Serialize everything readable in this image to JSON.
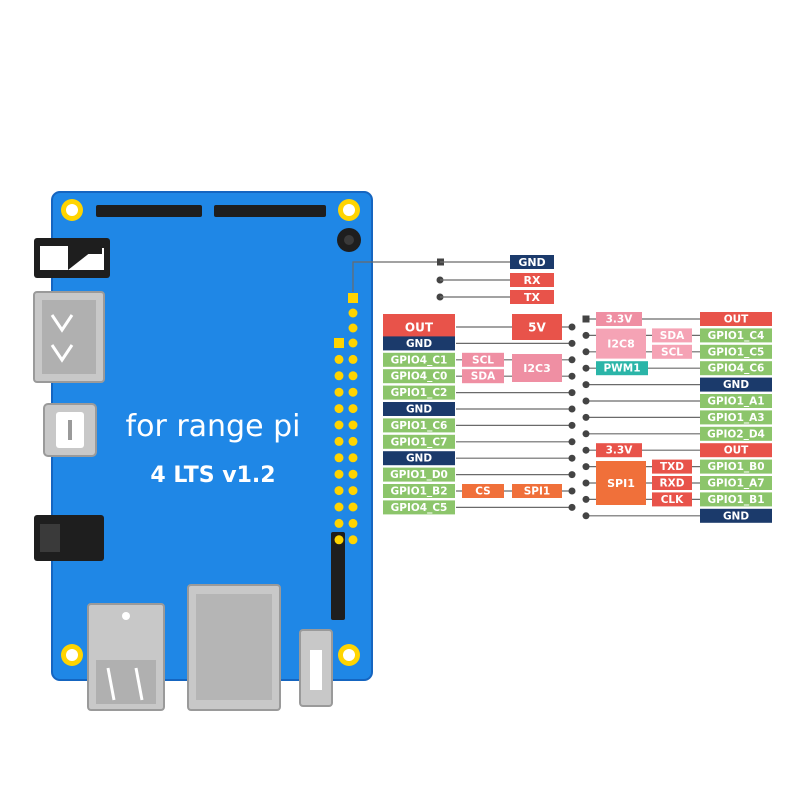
{
  "colors": {
    "board": "#1f87e6",
    "board_edge": "#1565c0",
    "gold": "#ffd400",
    "hole": "#ffffff",
    "port": "#c8c8c8",
    "port_edge": "#9a9a9a",
    "dark": "#1e1e1e",
    "navy": "#1b3a6b",
    "red": "#e8534a",
    "pink": "#ef8fa3",
    "light_pink": "#f5a3b5",
    "green": "#8cc56b",
    "teal": "#2bb5a8",
    "orange": "#f0703a",
    "line": "#6a6a6a"
  },
  "board": {
    "title_line1": "for range pi",
    "title_line2": "4 LTS v1.2"
  },
  "debug_header": [
    {
      "text": "GND",
      "color": "navy"
    },
    {
      "text": "RX",
      "color": "red"
    },
    {
      "text": "TX",
      "color": "red"
    }
  ],
  "left_rows": [
    {
      "pin": "OUT",
      "pin_color": "red",
      "func": "",
      "func_color": "",
      "mid": "5V",
      "mid_color": "red"
    },
    {
      "pin": "GND",
      "pin_color": "navy",
      "func": "",
      "func_color": "",
      "mid": "",
      "mid_color": ""
    },
    {
      "pin": "GPIO4_C1",
      "pin_color": "green",
      "func": "SCL",
      "func_color": "pink",
      "mid": "I2C3",
      "mid_color": "pink"
    },
    {
      "pin": "GPIO4_C0",
      "pin_color": "green",
      "func": "SDA",
      "func_color": "pink",
      "mid": "",
      "mid_color": ""
    },
    {
      "pin": "GPIO1_C2",
      "pin_color": "green",
      "func": "",
      "func_color": "",
      "mid": "",
      "mid_color": ""
    },
    {
      "pin": "GND",
      "pin_color": "navy",
      "func": "",
      "func_color": "",
      "mid": "",
      "mid_color": ""
    },
    {
      "pin": "GPIO1_C6",
      "pin_color": "green",
      "func": "",
      "func_color": "",
      "mid": "",
      "mid_color": ""
    },
    {
      "pin": "GPIO1_C7",
      "pin_color": "green",
      "func": "",
      "func_color": "",
      "mid": "",
      "mid_color": ""
    },
    {
      "pin": "GND",
      "pin_color": "navy",
      "func": "",
      "func_color": "",
      "mid": "",
      "mid_color": ""
    },
    {
      "pin": "GPIO1_D0",
      "pin_color": "green",
      "func": "",
      "func_color": "",
      "mid": "",
      "mid_color": ""
    },
    {
      "pin": "GPIO1_B2",
      "pin_color": "green",
      "func": "CS",
      "func_color": "orange",
      "mid": "SPI1",
      "mid_color": "orange"
    },
    {
      "pin": "GPIO4_C5",
      "pin_color": "green",
      "func": "",
      "func_color": "",
      "mid": "",
      "mid_color": ""
    }
  ],
  "right_rows": [
    {
      "pin": "OUT",
      "pin_color": "red",
      "func": "",
      "func_color": "",
      "group": "3.3V",
      "group_color": "pink"
    },
    {
      "pin": "GPIO1_C4",
      "pin_color": "green",
      "func": "SDA",
      "func_color": "light_pink",
      "group": "",
      "group_color": ""
    },
    {
      "pin": "GPIO1_C5",
      "pin_color": "green",
      "func": "SCL",
      "func_color": "light_pink",
      "group": "",
      "group_color": ""
    },
    {
      "pin": "GPIO4_C6",
      "pin_color": "green",
      "func": "",
      "func_color": "",
      "group": "PWM1",
      "group_color": "teal"
    },
    {
      "pin": "GND",
      "pin_color": "navy",
      "func": "",
      "func_color": "",
      "group": "",
      "group_color": ""
    },
    {
      "pin": "GPIO1_A1",
      "pin_color": "green",
      "func": "",
      "func_color": "",
      "group": "",
      "group_color": ""
    },
    {
      "pin": "GPIO1_A3",
      "pin_color": "green",
      "func": "",
      "func_color": "",
      "group": "",
      "group_color": ""
    },
    {
      "pin": "GPIO2_D4",
      "pin_color": "green",
      "func": "",
      "func_color": "",
      "group": "",
      "group_color": ""
    },
    {
      "pin": "OUT",
      "pin_color": "red",
      "func": "",
      "func_color": "",
      "group": "3.3V",
      "group_color": "red"
    },
    {
      "pin": "GPIO1_B0",
      "pin_color": "green",
      "func": "TXD",
      "func_color": "red",
      "group": "",
      "group_color": ""
    },
    {
      "pin": "GPIO1_A7",
      "pin_color": "green",
      "func": "RXD",
      "func_color": "red",
      "group": "",
      "group_color": ""
    },
    {
      "pin": "GPIO1_B1",
      "pin_color": "green",
      "func": "CLK",
      "func_color": "red",
      "group": "",
      "group_color": ""
    },
    {
      "pin": "GND",
      "pin_color": "navy",
      "func": "",
      "func_color": "",
      "group": "",
      "group_color": ""
    }
  ],
  "right_groups": [
    {
      "text": "I2C8",
      "color": "light_pink"
    },
    {
      "text": "SPI1",
      "color": "orange"
    }
  ]
}
